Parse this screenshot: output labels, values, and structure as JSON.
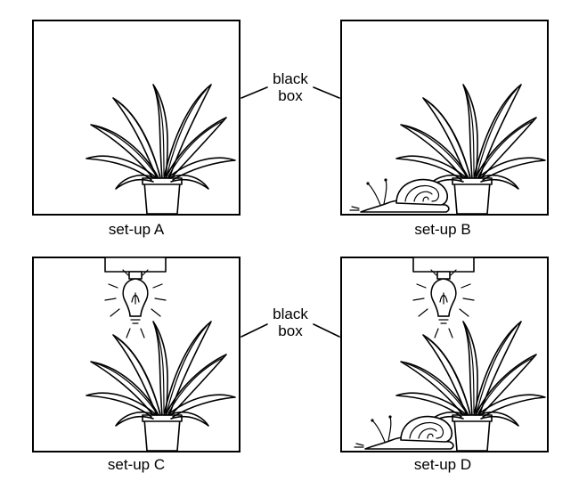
{
  "labels": {
    "setup_a": "set-up A",
    "setup_b": "set-up B",
    "setup_c": "set-up C",
    "setup_d": "set-up D",
    "callout_top_line1": "black",
    "callout_top_line2": "box",
    "callout_bottom_line1": "black",
    "callout_bottom_line2": "box"
  },
  "setups": [
    {
      "id": "A",
      "plant": true,
      "snail": false,
      "lamp": false
    },
    {
      "id": "B",
      "plant": true,
      "snail": true,
      "lamp": false
    },
    {
      "id": "C",
      "plant": true,
      "snail": false,
      "lamp": true
    },
    {
      "id": "D",
      "plant": true,
      "snail": true,
      "lamp": true
    }
  ],
  "colors": {
    "line": "#000000",
    "background": "#ffffff"
  }
}
